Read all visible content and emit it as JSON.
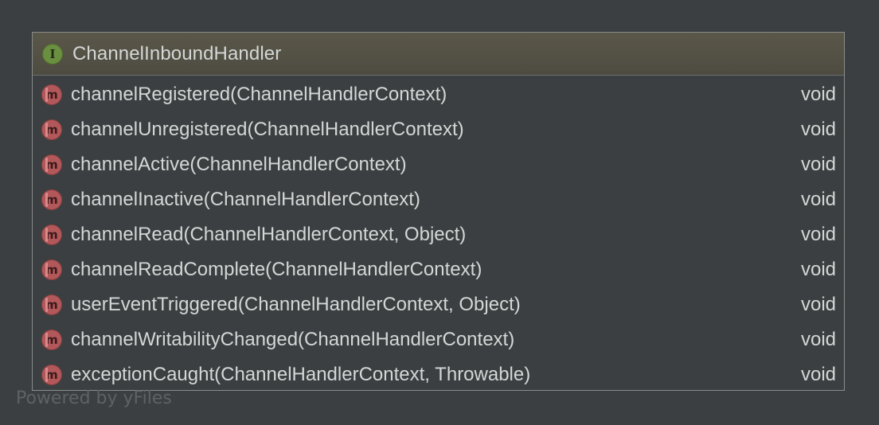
{
  "node": {
    "title": "ChannelInboundHandler",
    "stereotype_icon": "I",
    "header_color": "#555346",
    "interface_icon_color": "#6b8f41",
    "method_icon_color": "#b3585a"
  },
  "members": [
    {
      "signature": "channelRegistered(ChannelHandlerContext)",
      "return_type": "void",
      "icon": "m"
    },
    {
      "signature": "channelUnregistered(ChannelHandlerContext)",
      "return_type": "void",
      "icon": "m"
    },
    {
      "signature": "channelActive(ChannelHandlerContext)",
      "return_type": "void",
      "icon": "m"
    },
    {
      "signature": "channelInactive(ChannelHandlerContext)",
      "return_type": "void",
      "icon": "m"
    },
    {
      "signature": "channelRead(ChannelHandlerContext, Object)",
      "return_type": "void",
      "icon": "m"
    },
    {
      "signature": "channelReadComplete(ChannelHandlerContext)",
      "return_type": "void",
      "icon": "m"
    },
    {
      "signature": "userEventTriggered(ChannelHandlerContext, Object)",
      "return_type": "void",
      "icon": "m"
    },
    {
      "signature": "channelWritabilityChanged(ChannelHandlerContext)",
      "return_type": "void",
      "icon": "m"
    },
    {
      "signature": "exceptionCaught(ChannelHandlerContext, Throwable)",
      "return_type": "void",
      "icon": "m"
    }
  ],
  "watermark": "Powered by yFiles"
}
